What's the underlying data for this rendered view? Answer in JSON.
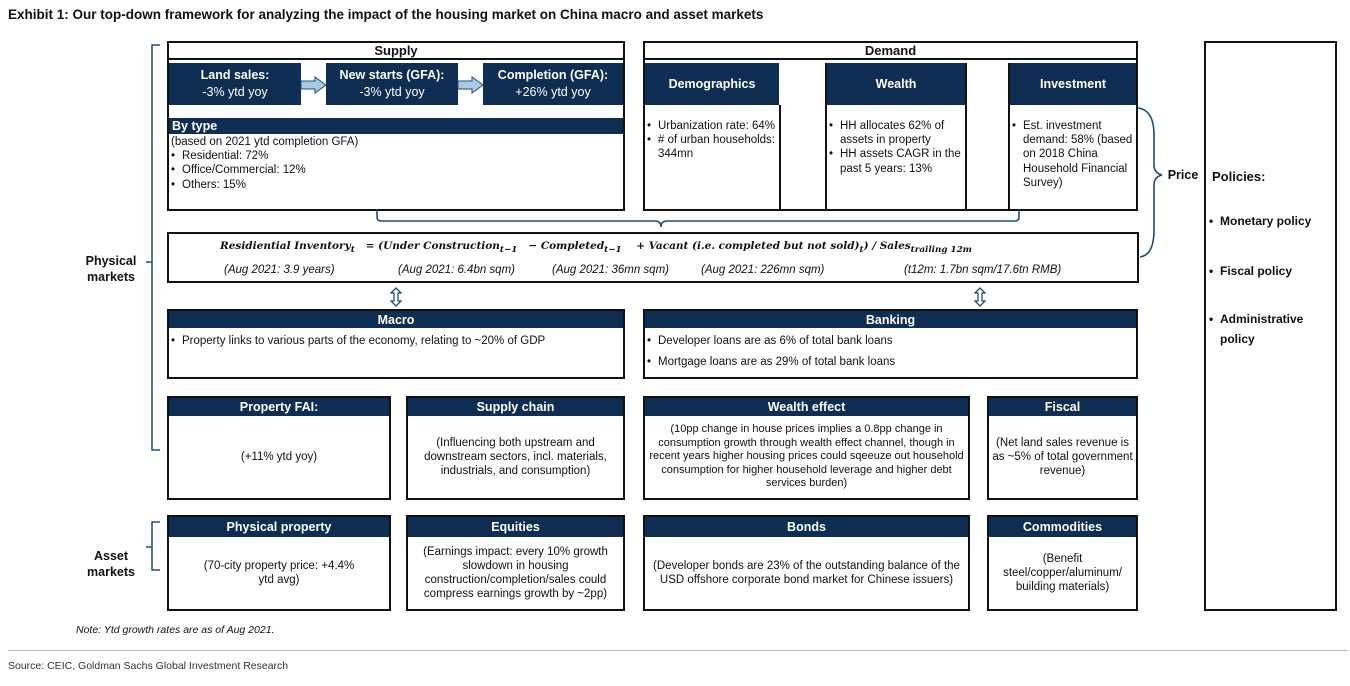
{
  "title": "Exhibit 1: Our top-down framework for analyzing the impact of the housing market on China macro and asset markets",
  "labels": {
    "physical_markets": "Physical\nmarkets",
    "asset_markets": "Asset\nmarkets",
    "price": "Price"
  },
  "supply": {
    "header": "Supply",
    "land": {
      "title": "Land sales:",
      "value": "-3% ytd yoy"
    },
    "starts": {
      "title": "New starts (GFA):",
      "value": "-3% ytd yoy"
    },
    "completion": {
      "title": "Completion (GFA):",
      "value": "+26% ytd yoy"
    },
    "bytype": {
      "header": "By type",
      "note": "(based on 2021 ytd completion GFA)",
      "items": [
        "Residential: 72%",
        "Office/Commercial: 12%",
        "Others: 15%"
      ]
    }
  },
  "demand": {
    "header": "Demand",
    "demographics": {
      "title": "Demographics",
      "items": [
        "Urbanization rate: 64%",
        "# of urban households: 344mn"
      ]
    },
    "wealth": {
      "title": "Wealth",
      "items": [
        "HH allocates 62% of assets in property",
        "HH assets CAGR in the past 5 years: 13%"
      ]
    },
    "investment": {
      "title": "Investment",
      "items": [
        "Est. investment demand: 58% (based on 2018 China Household Financial Survey)"
      ]
    }
  },
  "inventory": {
    "formula_lhs": "Residiential Inventory",
    "formula_sub_t": "t",
    "formula_eq": "=  (Under Construction",
    "formula_sub_t1a": "t−1",
    "formula_minus": "−   Completed",
    "formula_sub_t1b": "t−1",
    "formula_plus": "+   Vacant (i.e. completed but not sold)",
    "formula_sub_t2": "t",
    "formula_div": ")  / Sales",
    "formula_sub_trailing": "trailing 12m",
    "values": [
      "(Aug 2021: 3.9 years)",
      "(Aug 2021: 6.4bn sqm)",
      "(Aug 2021: 36mn sqm)",
      "(Aug 2021: 226mn sqm)",
      "(t12m: 1.7bn sqm/17.6tn RMB)"
    ]
  },
  "macro": {
    "header": "Macro",
    "items": [
      "Property links to various parts of the economy, relating to ~20% of GDP"
    ]
  },
  "banking": {
    "header": "Banking",
    "items": [
      "Developer loans are as 6% of total bank loans",
      "Mortgage loans are as 29% of total bank loans"
    ]
  },
  "channels": {
    "property_fai": {
      "header": "Property FAI:",
      "text": "(+11% ytd yoy)"
    },
    "supply_chain": {
      "header": "Supply chain",
      "text": "(Influencing both upstream and downstream sectors, incl. materials, industrials, and consumption)"
    },
    "wealth_effect": {
      "header": "Wealth effect",
      "text": "(10pp change in house prices implies a 0.8pp change in consumption growth through wealth effect channel, though in recent years higher housing prices could sqeeuze out household consumption for higher household leverage and higher debt services burden)"
    },
    "fiscal": {
      "header": "Fiscal",
      "text": "(Net land sales revenue is as ~5% of total government revenue)"
    }
  },
  "assets": {
    "physical_property": {
      "header": "Physical property",
      "text": "(70-city property price: +4.4% ytd avg)"
    },
    "equities": {
      "header": "Equities",
      "text": "(Earnings impact: every 10% growth slowdown in housing construction/completion/sales could compress earnings growth by ~2pp)"
    },
    "bonds": {
      "header": "Bonds",
      "text": "(Developer bonds are 23% of the outstanding balance of the USD offshore corporate bond market for Chinese issuers)"
    },
    "commodities": {
      "header": "Commodities",
      "text": "(Benefit steel/copper/aluminum/ building materials)"
    }
  },
  "policies": {
    "title": "Policies:",
    "items": [
      "Monetary policy",
      "Fiscal policy",
      "Administrative policy"
    ]
  },
  "note": "Note: Ytd growth rates are as of Aug 2021.",
  "source": "Source: CEIC, Goldman Sachs Global Investment Research",
  "colors": {
    "navy": "#0d2d52",
    "arrow_fill": "#a9c9e6",
    "bracket": "#1f4e79"
  }
}
